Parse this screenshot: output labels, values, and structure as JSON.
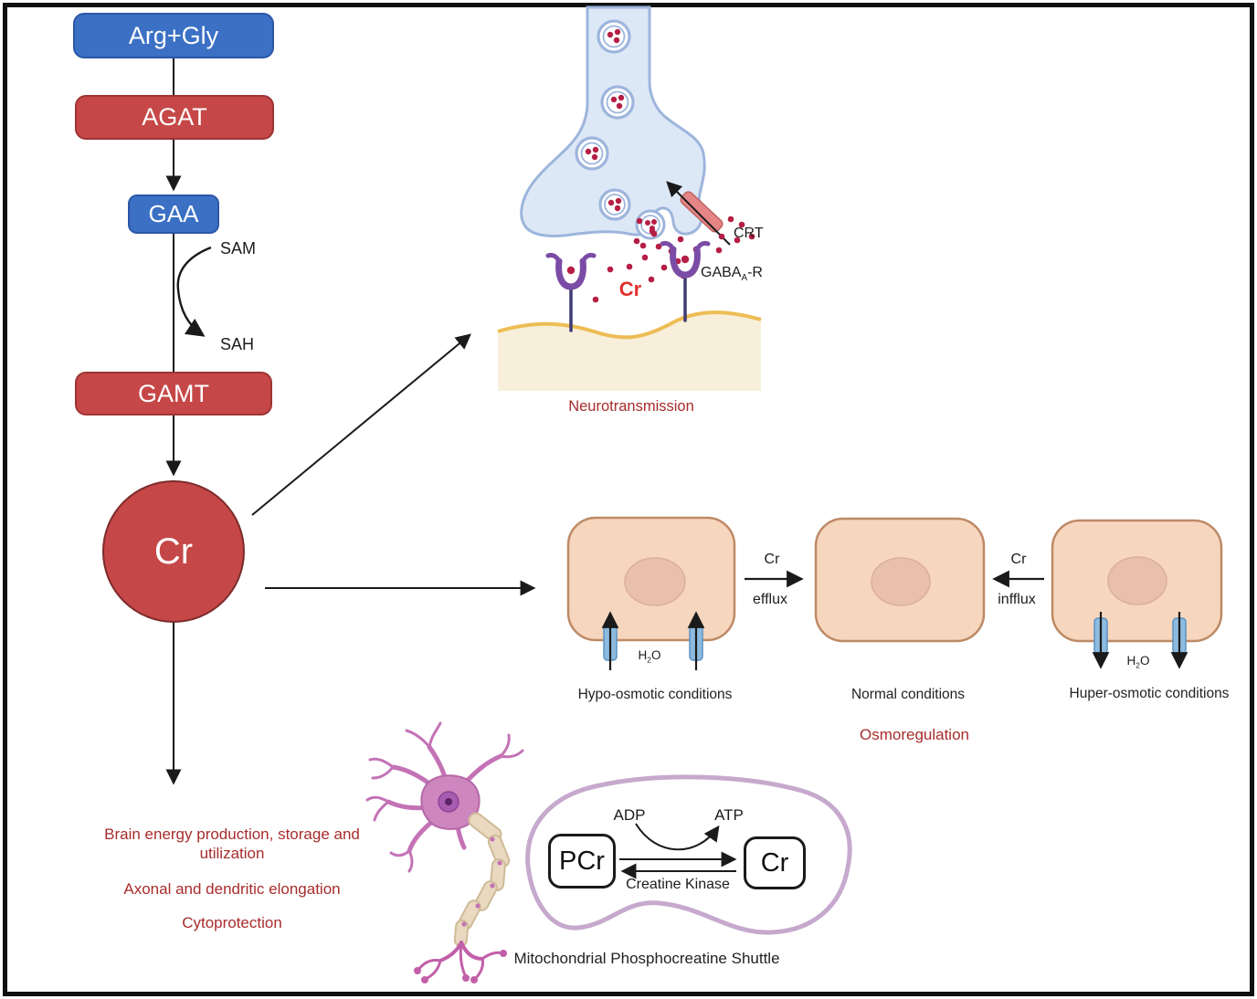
{
  "figure": {
    "title": "Creatine synthesis and functions diagram"
  },
  "synthesis_pathway": {
    "substrates": "Arg+Gly",
    "agat": "AGAT",
    "gaa": "GAA",
    "sam": "SAM",
    "sah": "SAH",
    "gamt": "GAMT",
    "creatine": "Cr"
  },
  "neurotransmission": {
    "caption": "Neurotransmission",
    "crt_label": "CRT",
    "gaba_receptor": {
      "base": "GABA",
      "subscript": "A",
      "suffix": "-R"
    },
    "creatine_label": "Cr"
  },
  "osmoregulation": {
    "caption": "Osmoregulation",
    "water": {
      "base": "H",
      "subscript": "2",
      "suffix": "O"
    },
    "hypo_cell": {
      "condition": "Hypo-osmotic conditions"
    },
    "normal_cell": {
      "condition": "Normal conditions"
    },
    "hyper_cell": {
      "condition": "Huper-osmotic conditions"
    },
    "efflux": {
      "molecule": "Cr",
      "direction": "efflux"
    },
    "influx": {
      "molecule": "Cr",
      "direction": "infflux"
    }
  },
  "energy": {
    "caption": "Mitochondrial Phosphocreatine Shuttle",
    "pcr": "PCr",
    "cr": "Cr",
    "enzyme": "Creatine Kinase",
    "adp": "ADP",
    "atp": "ATP"
  },
  "functions": {
    "line1": "Brain energy production, storage and utilization",
    "line2": "Axonal and dendritic elongation",
    "line3": "Cytoprotection"
  },
  "colors": {
    "box_blue": "#3b70c4",
    "box_red": "#c64747",
    "accent_red_text": "#a82c2c",
    "bright_red": "#e23030",
    "synapse_blue": "#dde8f6",
    "vesicle_dot": "#b61e45",
    "receptor_purple": "#7b4ca6",
    "membrane_gold": "#edbd55",
    "cell_peach": "#f7d6be",
    "channel_blue": "#8cbbdf",
    "mitochondria_lavender": "#c6a9cd",
    "neuron_pink": "#cd86be"
  }
}
